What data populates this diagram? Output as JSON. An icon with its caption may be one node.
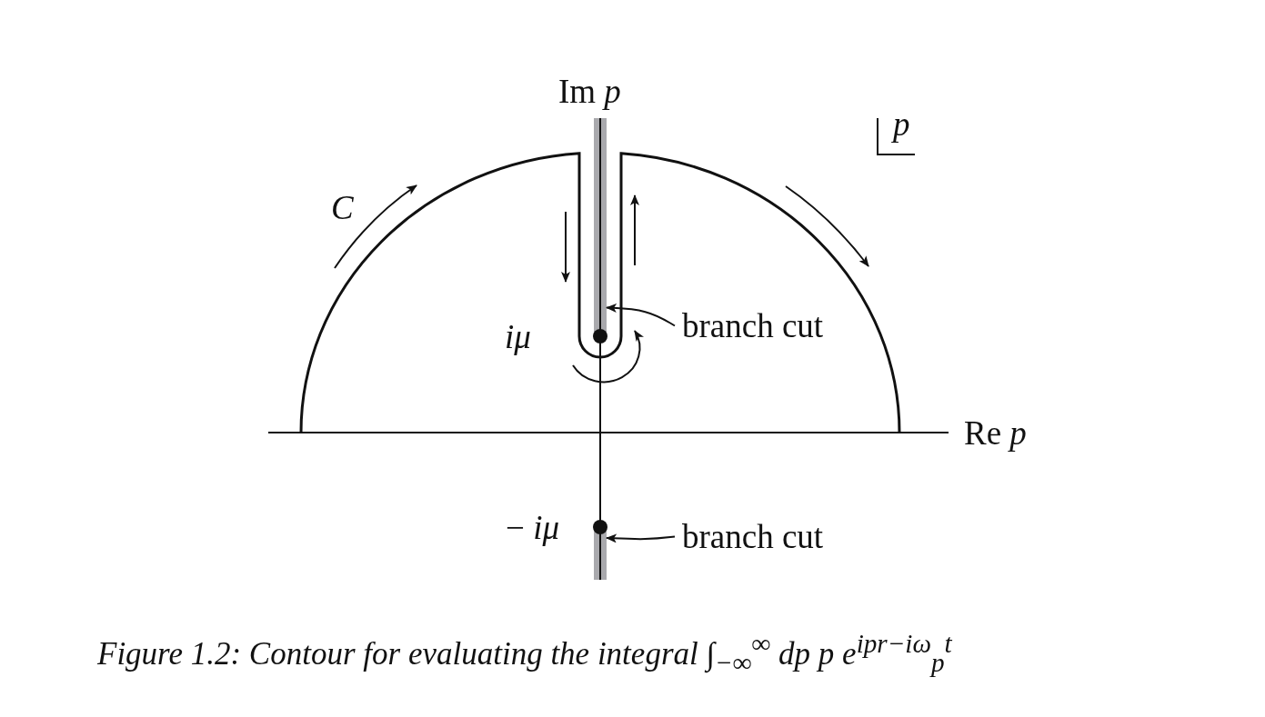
{
  "diagram": {
    "caption": "Figure 1.2: Contour for evaluating the integral ∫$_{−∞}$$^{∞}$ dp p e$^{ipr−iω}$$_{p}$$^{t}$",
    "nodes": [
      {
        "text": [
          "branch cut"
        ]
      },
      {
        "text": [],
        "shape": "bar"
      },
      {
        "text": [
          "branch cut"
        ]
      },
      {
        "text": [],
        "shape": "bar"
      }
    ],
    "edges": [
      {
        "from": 0,
        "to": 1,
        "arrow": "to"
      },
      {
        "from": 2,
        "to": 3,
        "arrow": "to"
      }
    ],
    "labels": [
      "Im *p*",
      "*p*",
      "C",
      "*iμ*",
      "Re *p*",
      "− *iμ*"
    ]
  }
}
